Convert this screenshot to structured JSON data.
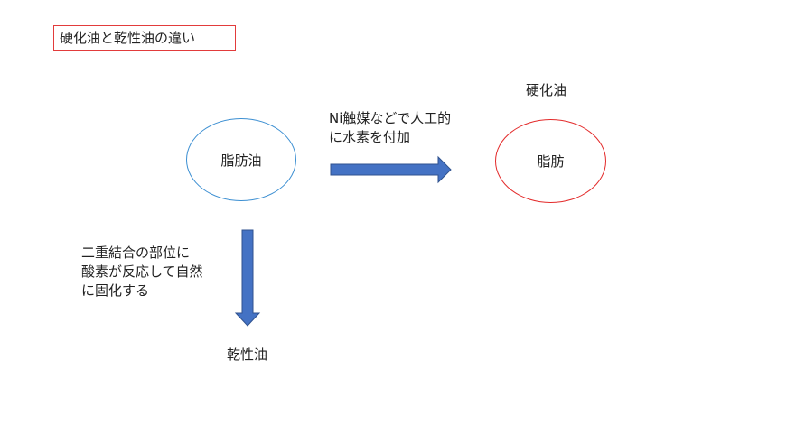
{
  "title": "硬化油と乾性油の違い",
  "nodes": {
    "oil": "脂肪油",
    "fat": "脂肪"
  },
  "labels": {
    "hydrogenation_line1": "Ni触媒などで人工的",
    "hydrogenation_line2": "に水素を付加",
    "oxidation_line1": "二重結合の部位に",
    "oxidation_line2": "酸素が反応して自然",
    "oxidation_line3": "に固化する",
    "hardened_oil": "硬化油",
    "drying_oil": "乾性油"
  },
  "colors": {
    "title_border": "#e23b3b",
    "oil_outline": "#3c8fd2",
    "fat_outline": "#e32a2a",
    "arrow_fill": "#4472c4",
    "arrow_stroke": "#2f528f"
  }
}
